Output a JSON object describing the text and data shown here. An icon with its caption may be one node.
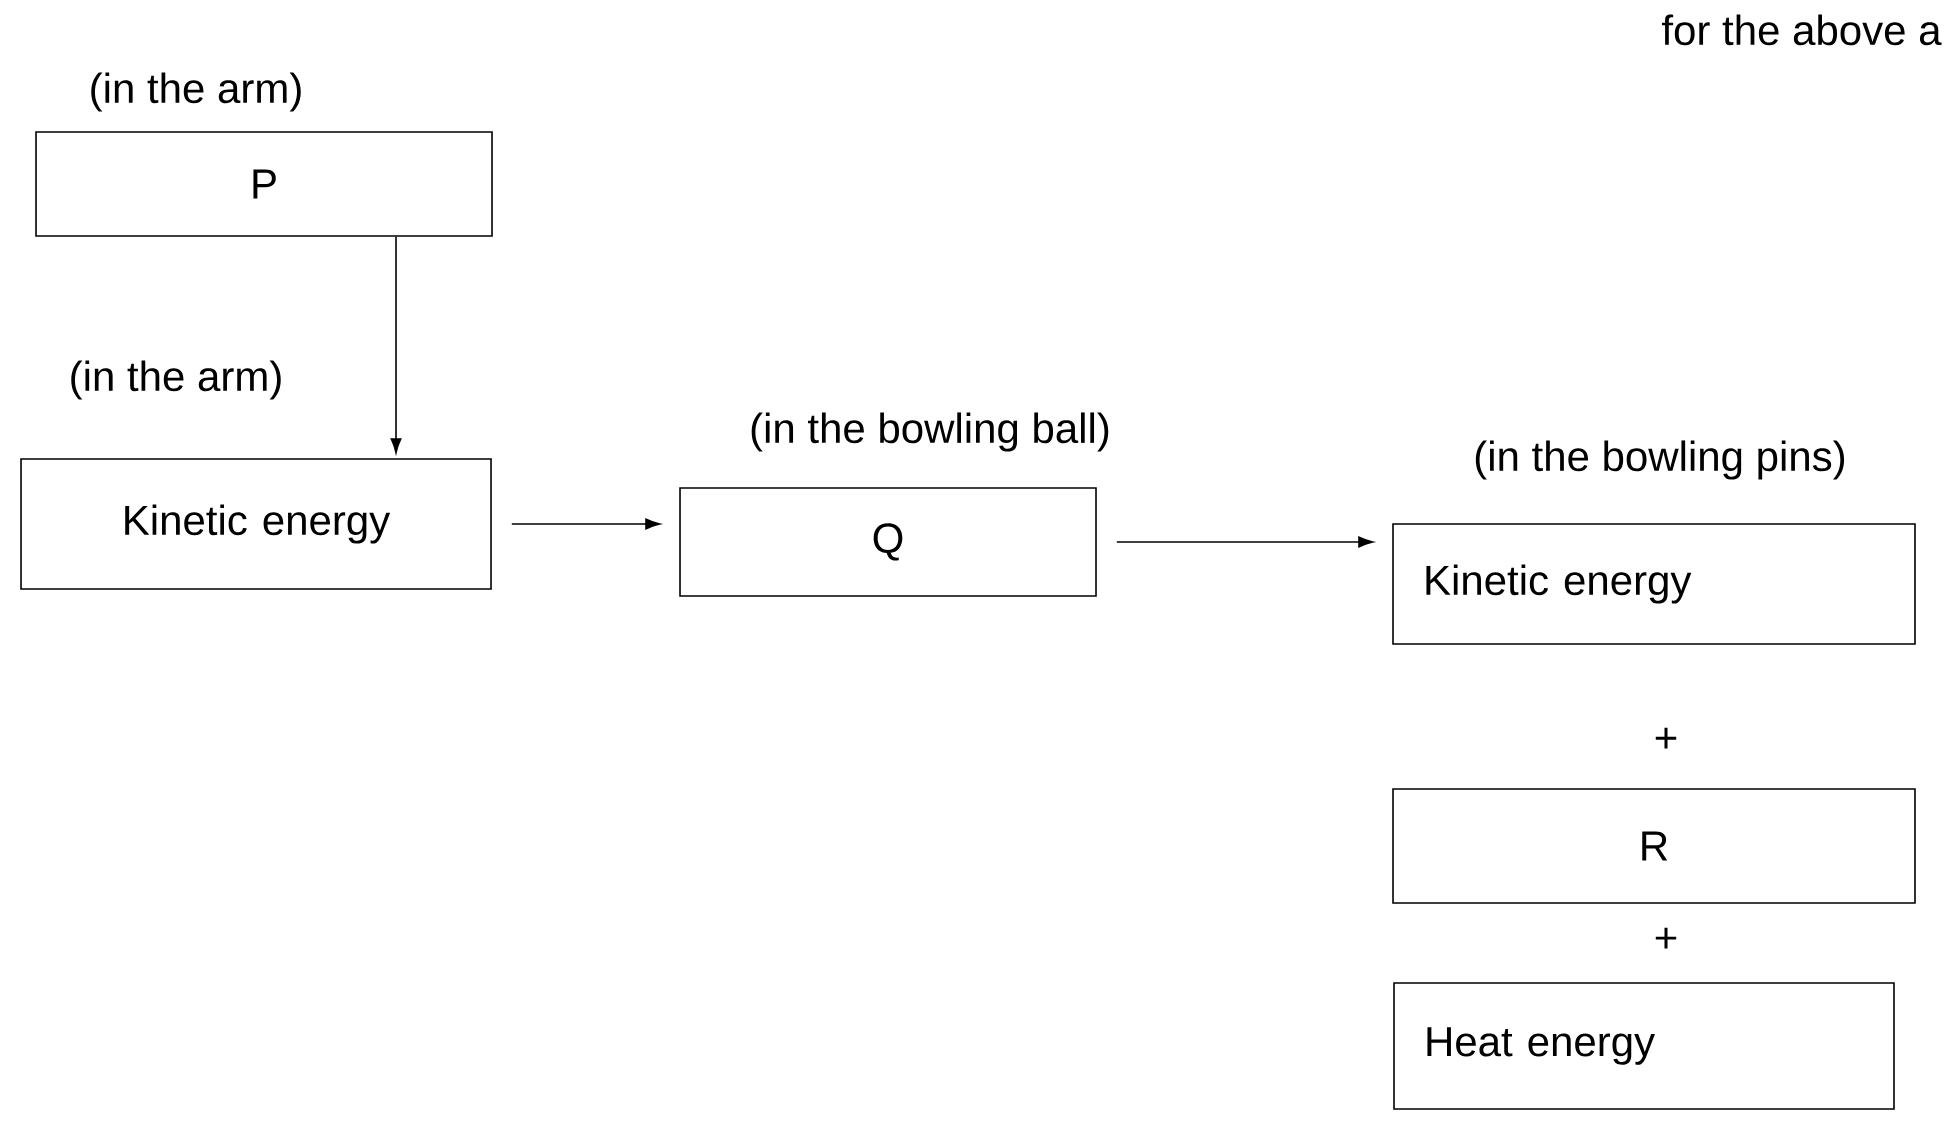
{
  "diagram": {
    "nodes": [
      {
        "text": [
          "P"
        ],
        "beside": [
          "(in the arm)"
        ]
      },
      {
        "text": [
          "Kinetic energy"
        ],
        "beside": [
          "(in the arm)"
        ]
      },
      {
        "text": [
          "Q"
        ],
        "beside": [
          "(in the bowling ball)"
        ]
      },
      {
        "text": [
          "Kinetic energy"
        ],
        "beside": [
          "(in the bowling pins)"
        ]
      },
      {
        "text": [
          "R"
        ]
      },
      {
        "text": [
          "Heat energy"
        ]
      }
    ],
    "edges": [
      {
        "from": 0,
        "to": 1,
        "arrow": "to"
      },
      {
        "from": 1,
        "to": 2,
        "arrow": "to"
      },
      {
        "from": 2,
        "to": 3,
        "arrow": "to"
      }
    ],
    "labels": [
      "for the above a",
      "+",
      "+"
    ]
  }
}
